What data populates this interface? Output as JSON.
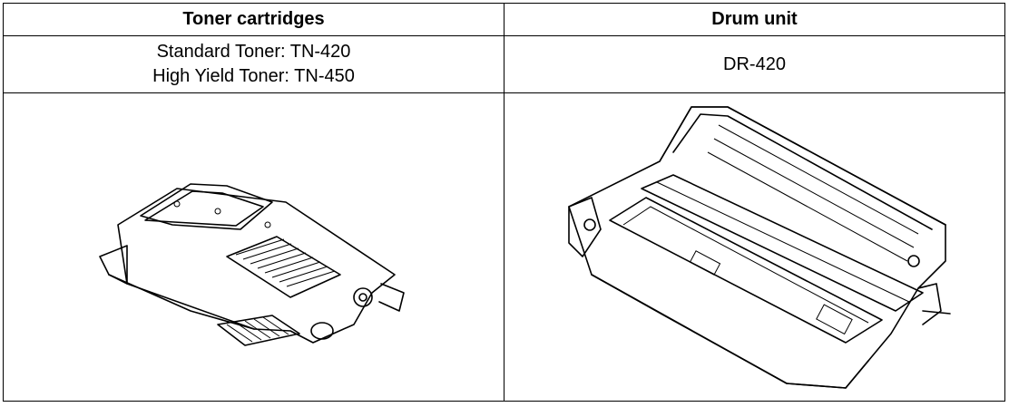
{
  "table": {
    "headers": [
      "Toner cartridges",
      "Drum unit"
    ],
    "toner": {
      "standard": "Standard Toner: TN-420",
      "high_yield": "High Yield Toner: TN-450"
    },
    "drum": {
      "model": "DR-420"
    }
  },
  "illustrations": {
    "toner": "toner-cartridge-illustration",
    "drum": "drum-unit-illustration"
  }
}
